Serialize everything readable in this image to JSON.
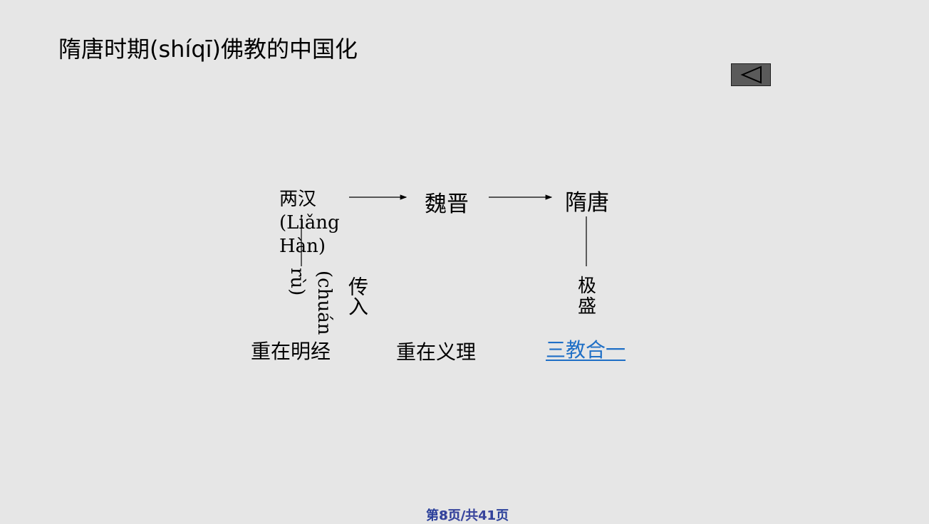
{
  "title": "隋唐时期(shíqī)佛教的中国化",
  "back_button": {
    "icon": "triangle-left-icon"
  },
  "diagram": {
    "node_han_main": "两汉",
    "node_han_pinyin_1": "(Liǎng",
    "node_han_pinyin_2": "Hàn)",
    "node_weijin": "魏晋",
    "node_suitang": "隋唐",
    "label_chuanru": "传入",
    "label_chuan_pinyin": "(chuán",
    "label_ru_pinyin": "rù)",
    "label_jisheng": "极盛",
    "label_han_focus": "重在明经",
    "label_weijin_focus": "重在义理",
    "link_sanjiao": "三教合一"
  },
  "footer": {
    "page_text": "第8页/共41页",
    "overlay_text": "8页/共41"
  },
  "colors": {
    "background": "#e6e6e6",
    "link": "#1f6fc6",
    "footer": "#2a3f9a",
    "button": "#5a5a5a"
  }
}
